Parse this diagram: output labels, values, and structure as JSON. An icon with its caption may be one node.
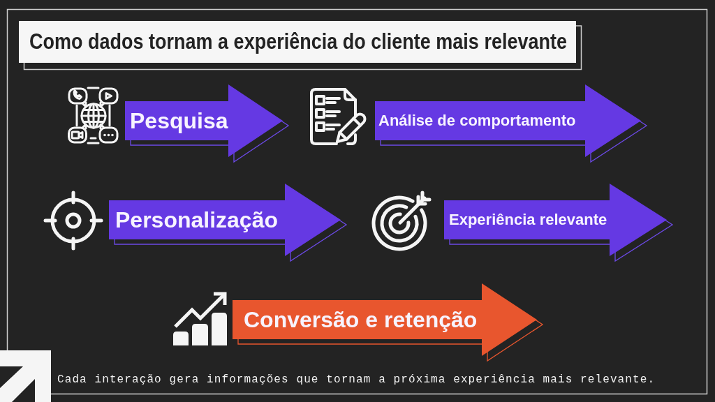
{
  "diagram": {
    "title": "Como dados tornam a experiência do cliente mais relevante",
    "nodes": [
      {
        "text": [
          "Pesquisa"
        ]
      },
      {
        "text": [
          "Análise de comportamento"
        ]
      },
      {
        "text": [
          "Personalização"
        ]
      },
      {
        "text": [
          "Experiência relevante"
        ]
      },
      {
        "text": [
          "Conversão e retenção"
        ]
      }
    ],
    "caption": "Cada interação gera informações que tornam a próxima experiência mais relevante."
  }
}
